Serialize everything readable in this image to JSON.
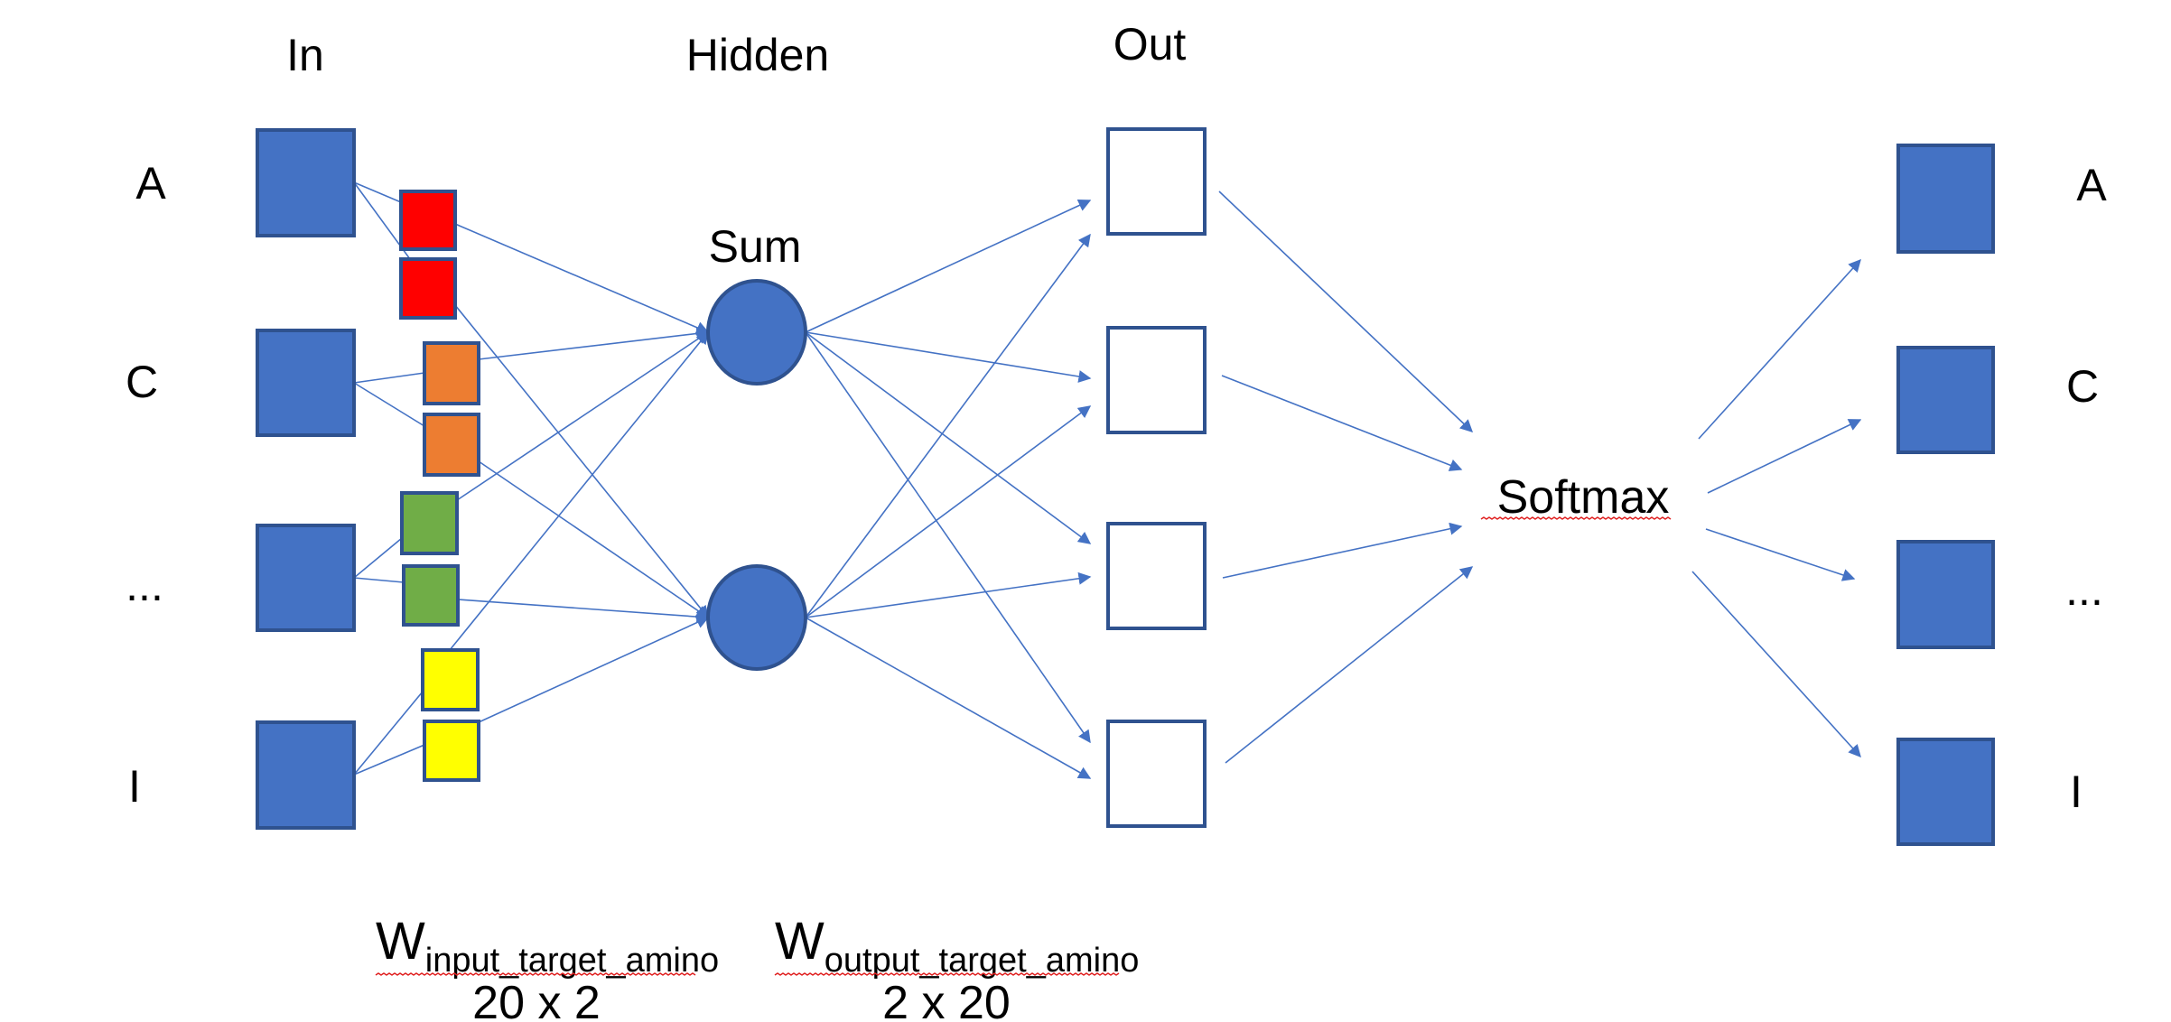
{
  "titles": {
    "input": "In",
    "hidden": "Hidden",
    "output": "Out"
  },
  "input_labels": [
    "A",
    "C",
    "...",
    "I"
  ],
  "output_labels": [
    "A",
    "C",
    "...",
    "I"
  ],
  "hidden_label": "Sum",
  "softmax_label": "Softmax",
  "weights": {
    "input": {
      "symbol": "W",
      "subscript": "input_target_amino",
      "dims": "20 x 2"
    },
    "output": {
      "symbol": "W",
      "subscript": "output_target_amino",
      "dims": "2 x 20"
    }
  },
  "weight_box_colors": [
    "#FF0000",
    "#FF0000",
    "#ED7D31",
    "#ED7D31",
    "#70AD47",
    "#70AD47",
    "#FFFF00",
    "#FFFF00"
  ],
  "colors": {
    "node_fill": "#4472C4",
    "node_border": "#2F528F",
    "edge": "#4472C4",
    "text": "#000000",
    "spellcheck_underline": "#E02020"
  },
  "structure": {
    "input_nodes": 4,
    "hidden_nodes": 2,
    "output_nodes": 4,
    "final_nodes": 4
  }
}
